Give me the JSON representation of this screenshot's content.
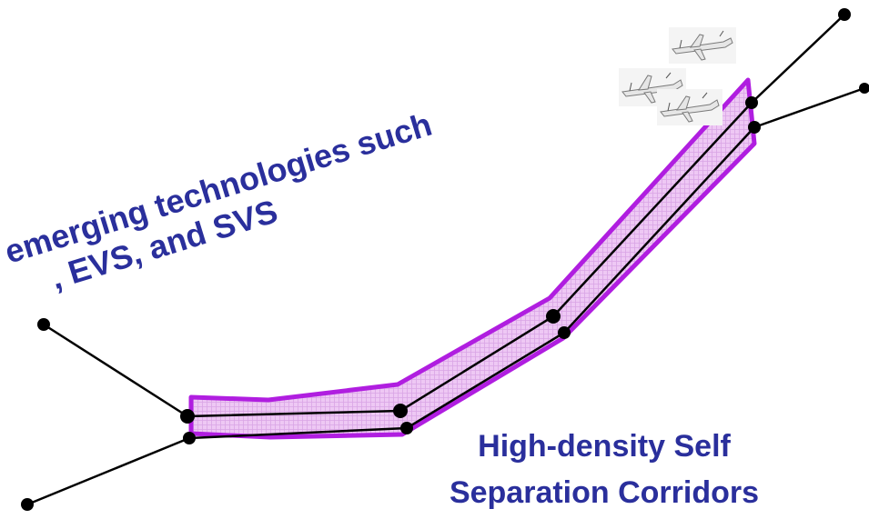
{
  "annotation": {
    "line1": "emerging technologies such",
    "line2": ", EVS, and SVS",
    "color": "#2a2f9c"
  },
  "corridor_label": {
    "line1": "High-density Self",
    "line2": "Separation Corridors",
    "color": "#2a2f9c"
  },
  "corridor": {
    "border_color": "#b01ee0",
    "fill_color": "#eec8f4"
  },
  "icons": {
    "aircraft": "aircraft-icon",
    "waypoint": "waypoint-icon"
  }
}
